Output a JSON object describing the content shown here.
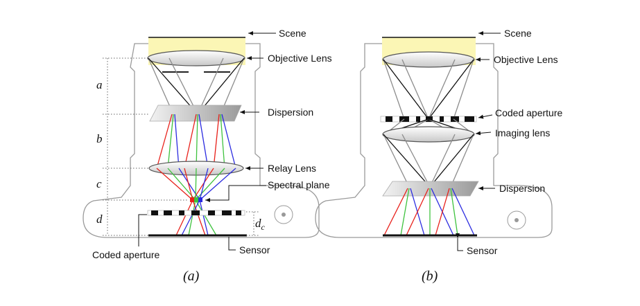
{
  "diagram_a": {
    "caption": "(a)",
    "labels": {
      "scene": "Scene",
      "objective_lens": "Objective Lens",
      "dispersion": "Dispersion",
      "relay_lens": "Relay Lens",
      "spectral_plane": "Spectral plane",
      "coded_aperture": "Coded aperture",
      "sensor": "Sensor"
    },
    "distances": {
      "a": "a",
      "b": "b",
      "c": "c",
      "d": "d",
      "dc": "d",
      "dc_sub": "c"
    }
  },
  "diagram_b": {
    "caption": "(b)",
    "labels": {
      "scene": "Scene",
      "objective_lens": "Objective Lens",
      "coded_aperture": "Coded aperture",
      "imaging_lens": "Imaging lens",
      "dispersion": "Dispersion",
      "sensor": "Sensor"
    }
  },
  "colors": {
    "scene_fill": "#fbf6b5",
    "ray_gray": "#8c8c8c",
    "ray_black": "#111111",
    "ray_red": "#e8201a",
    "ray_green": "#3ec23e",
    "ray_blue": "#2a2ae0"
  }
}
